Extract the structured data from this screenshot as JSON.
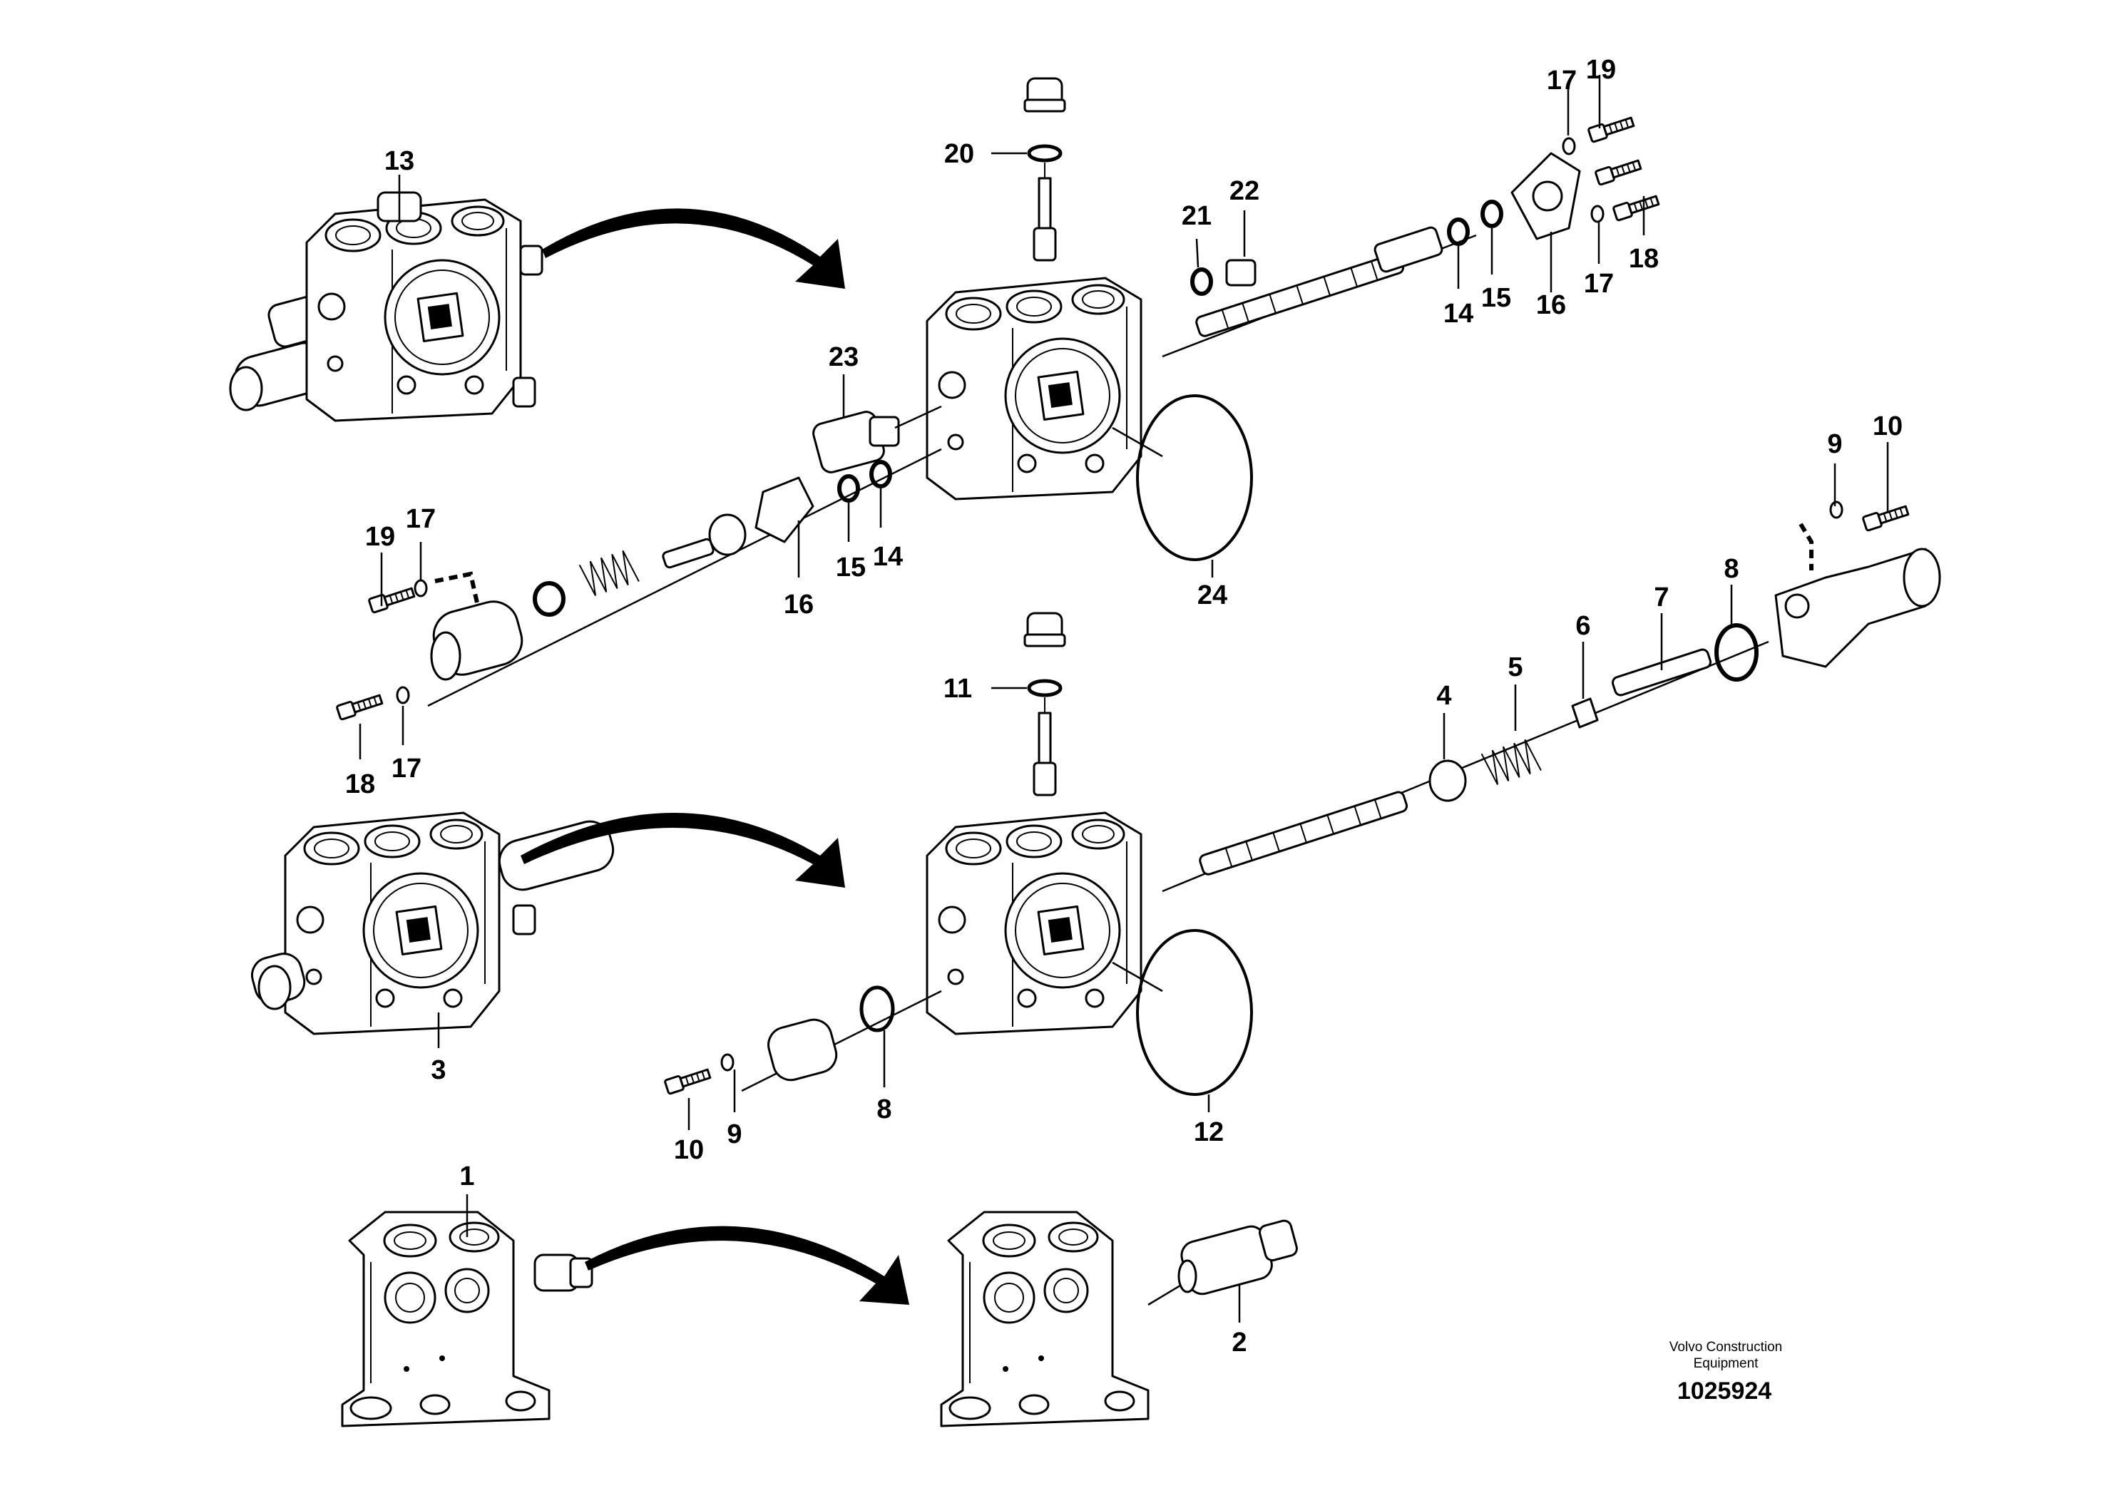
{
  "diagram": {
    "callouts": [
      {
        "id": "c13",
        "text": "13"
      },
      {
        "id": "c20",
        "text": "20"
      },
      {
        "id": "c17a",
        "text": "17"
      },
      {
        "id": "c19a",
        "text": "19"
      },
      {
        "id": "c21",
        "text": "21"
      },
      {
        "id": "c22",
        "text": "22"
      },
      {
        "id": "c14a",
        "text": "14"
      },
      {
        "id": "c15a",
        "text": "15"
      },
      {
        "id": "c16a",
        "text": "16"
      },
      {
        "id": "c17b",
        "text": "17"
      },
      {
        "id": "c18a",
        "text": "18"
      },
      {
        "id": "c23",
        "text": "23"
      },
      {
        "id": "c24",
        "text": "24"
      },
      {
        "id": "c19b",
        "text": "19"
      },
      {
        "id": "c17c",
        "text": "17"
      },
      {
        "id": "c16b",
        "text": "16"
      },
      {
        "id": "c15b",
        "text": "15"
      },
      {
        "id": "c14b",
        "text": "14"
      },
      {
        "id": "c18b",
        "text": "18"
      },
      {
        "id": "c17d",
        "text": "17"
      },
      {
        "id": "c9a",
        "text": "9"
      },
      {
        "id": "c10a",
        "text": "10"
      },
      {
        "id": "c8a",
        "text": "8"
      },
      {
        "id": "c7",
        "text": "7"
      },
      {
        "id": "c6",
        "text": "6"
      },
      {
        "id": "c5",
        "text": "5"
      },
      {
        "id": "c4",
        "text": "4"
      },
      {
        "id": "c11",
        "text": "11"
      },
      {
        "id": "c3",
        "text": "3"
      },
      {
        "id": "c8b",
        "text": "8"
      },
      {
        "id": "c9b",
        "text": "9"
      },
      {
        "id": "c10b",
        "text": "10"
      },
      {
        "id": "c12",
        "text": "12"
      },
      {
        "id": "c1",
        "text": "1"
      },
      {
        "id": "c2",
        "text": "2"
      }
    ]
  },
  "caption": {
    "line1": "Volvo Construction",
    "line2": "Equipment",
    "doc_number": "1025924"
  }
}
